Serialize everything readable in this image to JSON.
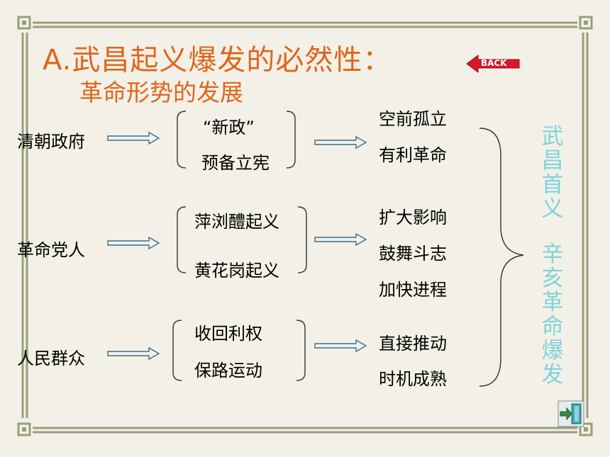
{
  "title": "A.武昌起义爆发的必然性：",
  "subtitle": "革命形势的发展",
  "back_label": "BACK",
  "groups": [
    {
      "source": "清朝政府",
      "measures": [
        "“新政”",
        "预备立宪"
      ],
      "effects": [
        "空前孤立",
        "有利革命"
      ]
    },
    {
      "source": "革命党人",
      "measures": [
        "萍浏醴起义",
        "黄花岗起义"
      ],
      "effects": [
        "扩大影响",
        "鼓舞斗志",
        "加快进程"
      ]
    },
    {
      "source": "人民群众",
      "measures": [
        "收回利权",
        "保路运动"
      ],
      "effects": [
        "直接推动",
        "时机成熟"
      ]
    }
  ],
  "conclusion": {
    "part1": "武昌首义",
    "part2": "辛亥革命爆发"
  },
  "colors": {
    "title": "#e0651a",
    "conclusion": "#7fd3dc",
    "back_button": "#d9172b",
    "frame": "#9a9e7a",
    "background": "#f3f1e7"
  },
  "icons": {
    "back": "back-arrow-icon",
    "exit": "exit-door-icon"
  }
}
